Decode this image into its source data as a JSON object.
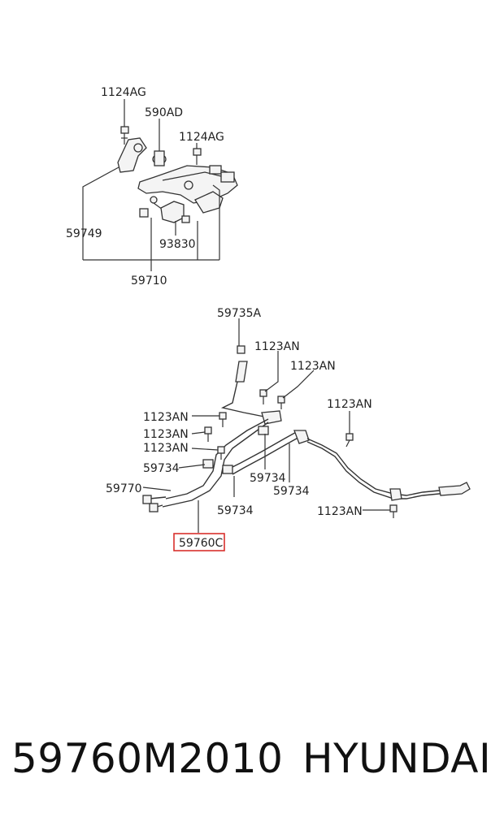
{
  "callouts": {
    "c1124ag_a": "1124AG",
    "c590ad": "590AD",
    "c1124ag_b": "1124AG",
    "c59749": "59749",
    "c93830": "93830",
    "c59710": "59710",
    "c59735a": "59735A",
    "c1123an_1": "1123AN",
    "c1123an_2": "1123AN",
    "c1123an_3": "1123AN",
    "c1123an_4": "1123AN",
    "c1123an_5": "1123AN",
    "c1123an_6": "1123AN",
    "c1123an_7": "1123AN",
    "c59734_1": "59734",
    "c59734_2": "59734",
    "c59734_3": "59734",
    "c59734_4": "59734",
    "c59770": "59770",
    "c59760c": "59760C"
  },
  "highlight_color": "#d9302c",
  "footer": {
    "part_number": "59760M2010",
    "brand": "HYUNDAI"
  }
}
